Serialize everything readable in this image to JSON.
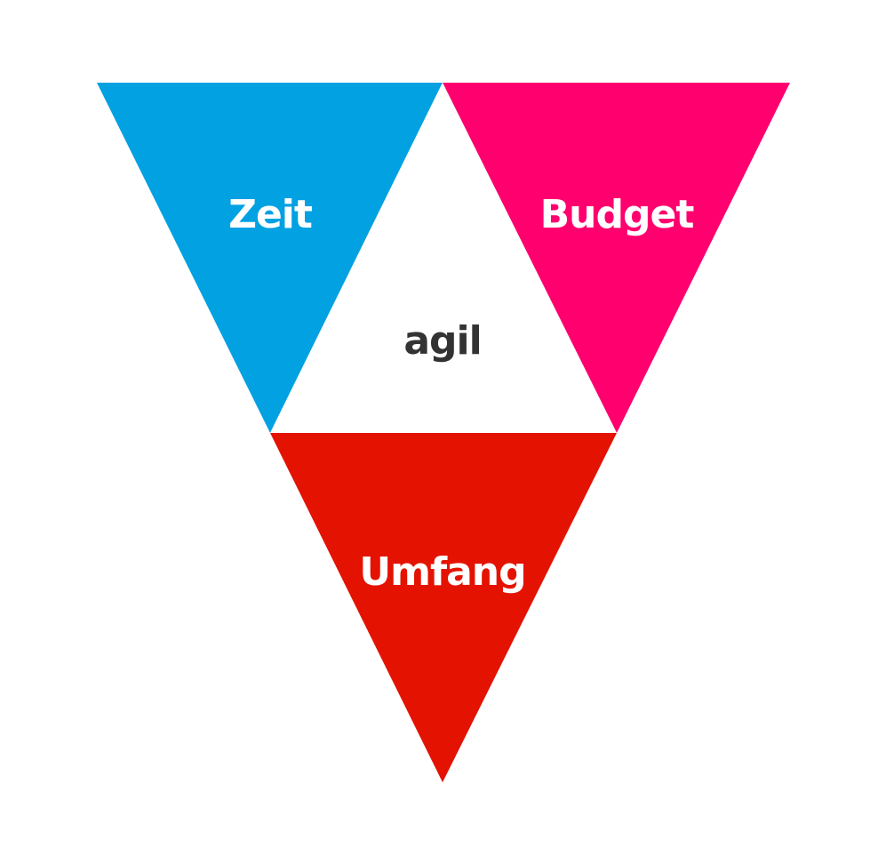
{
  "diagram": {
    "segments": {
      "time": {
        "label": "Zeit",
        "color": "#02a1e2"
      },
      "budget": {
        "label": "Budget",
        "color": "#ff006e"
      },
      "scope": {
        "label": "Umfang",
        "color": "#e41200"
      },
      "center": {
        "label": "agil",
        "color": "#ffffff"
      }
    },
    "label_colors": {
      "outer": "#ffffff",
      "center": "#333333"
    }
  }
}
